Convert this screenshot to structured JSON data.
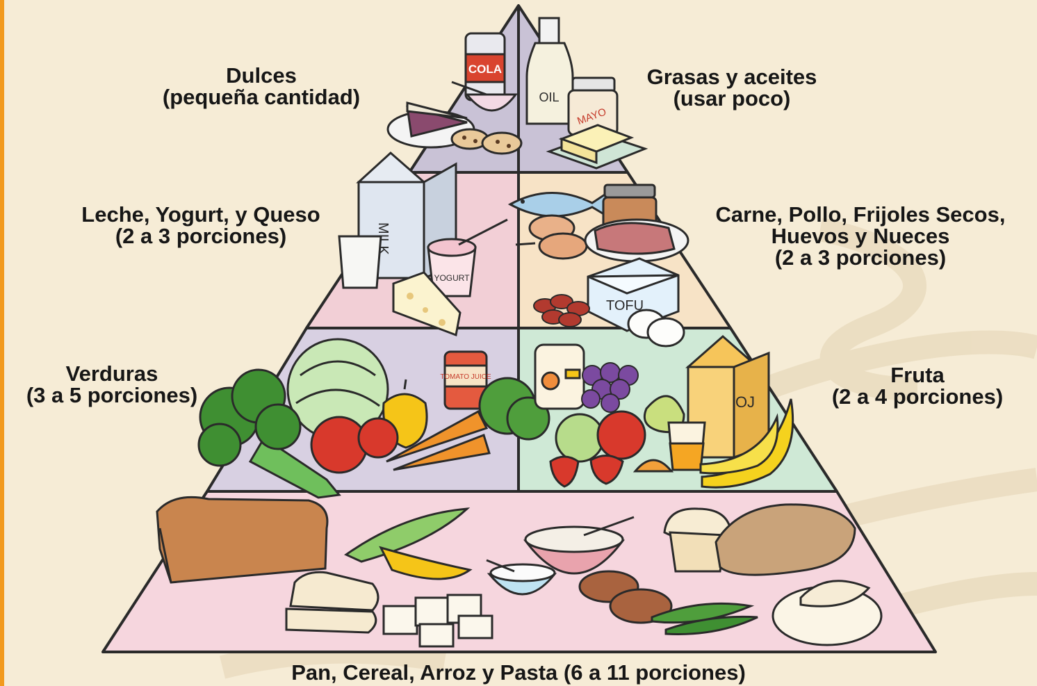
{
  "colors": {
    "background": "#f6ecd6",
    "left_stripe": "#f29a1e",
    "tier_sweets": "#c9c2d6",
    "tier_dairy": "#f2cfd6",
    "tier_protein": "#f7e3c6",
    "tier_vegetables": "#d8d0e2",
    "tier_fruit": "#cfe9d6",
    "tier_grains": "#f6d6de",
    "outline": "#2a2a2a"
  },
  "labels": {
    "sweets": {
      "line1": "Dulces",
      "line2": "(pequeña cantidad)"
    },
    "fats": {
      "line1": "Grasas y aceites",
      "line2": "(usar poco)"
    },
    "dairy": {
      "line1": "Leche, Yogurt, y Queso",
      "line2": "(2 a 3 porciones)"
    },
    "protein": {
      "line1": "Carne, Pollo, Frijoles Secos,",
      "line2": "Huevos y Nueces",
      "line3": "(2 a 3 porciones)"
    },
    "vegetables": {
      "line1": "Verduras",
      "line2": "(3 a 5 porciones)"
    },
    "fruit": {
      "line1": "Fruta",
      "line2": "(2 a 4 porciones)"
    },
    "grains": {
      "line1": "Pan, Cereal, Arroz y Pasta (6 a 11 porciones)"
    }
  },
  "food_text": {
    "cola": "COLA",
    "oil": "OIL",
    "mayo": "MAYO",
    "milk": "MILK",
    "yogurt": "YOGURT",
    "tofu": "TOFU",
    "tomato_juice": "TOMATO JUICE",
    "oj": "OJ"
  },
  "icons": {
    "sweets": [
      "cola-can-icon",
      "pie-slice-icon",
      "cookies-icon",
      "pudding-icon"
    ],
    "fats": [
      "oil-bottle-icon",
      "mayo-jar-icon",
      "butter-icon"
    ],
    "dairy": [
      "milk-carton-icon",
      "milk-glass-icon",
      "yogurt-cup-icon",
      "cheese-icon"
    ],
    "protein": [
      "fish-icon",
      "chicken-leg-icon",
      "steak-icon",
      "peanut-butter-jar-icon",
      "tofu-icon",
      "beans-icon",
      "eggs-icon"
    ],
    "vegetables": [
      "broccoli-icon",
      "cabbage-icon",
      "tomato-icon",
      "pepper-icon",
      "carrot-icon",
      "tomato-juice-can-icon"
    ],
    "fruit": [
      "fruit-jar-icon",
      "grapes-icon",
      "pear-icon",
      "oj-carton-icon",
      "apple-icon",
      "strawberry-icon",
      "orange-slice-icon",
      "banana-icon",
      "juice-glass-icon"
    ],
    "grains": [
      "bread-loaf-icon",
      "bread-slices-icon",
      "corn-icon",
      "crackers-icon",
      "cereal-bowl-icon",
      "rice-bowl-icon",
      "potato-icon",
      "muffin-icon",
      "baguette-icon",
      "tortilla-icon",
      "pea-pod-icon"
    ]
  }
}
